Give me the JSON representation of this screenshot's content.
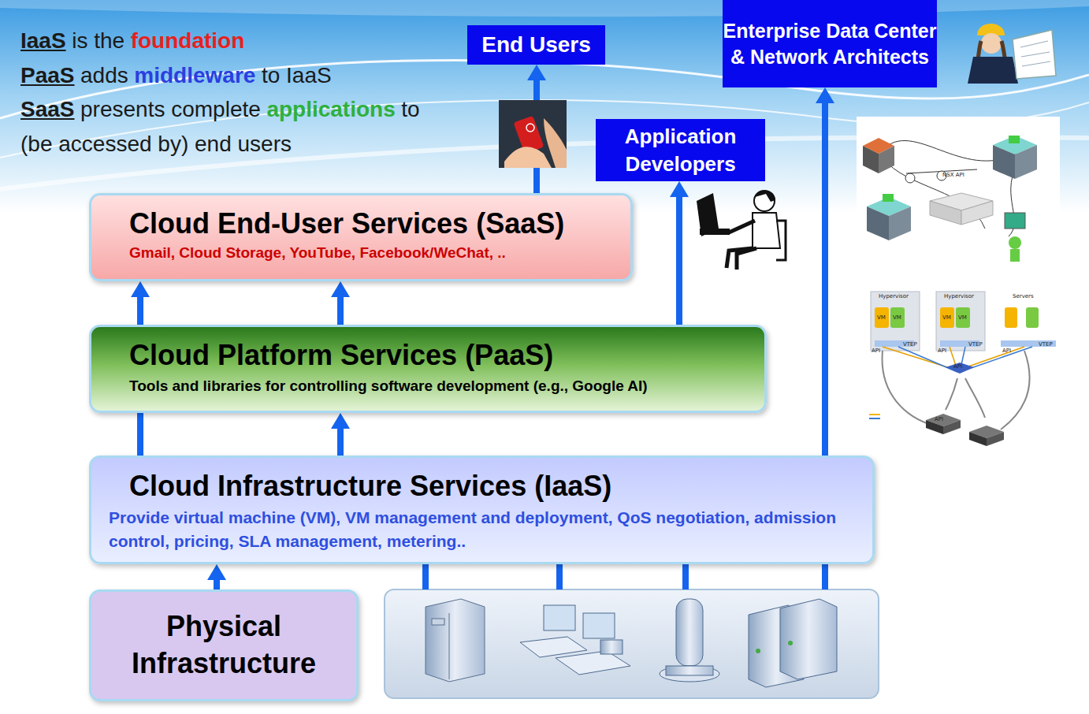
{
  "diagram": {
    "nodes": [
      {
        "text": [
          "End Users"
        ]
      },
      {
        "text": [
          "Enterprise Data Center & Network Architects"
        ]
      },
      {
        "text": [
          "Application Developers"
        ]
      },
      {
        "text": [
          "Cloud End-User Services (SaaS)",
          "Gmail, Cloud Storage, YouTube, Facebook/WeChat, .."
        ]
      },
      {
        "text": [
          "Cloud Platform Services (PaaS)",
          "Tools and libraries for controlling software development (e.g., Google AI)"
        ]
      },
      {
        "text": [
          "Cloud Infrastructure Services (IaaS)",
          "Provide virtual machine (VM), VM management and deployment, QoS negotiation, admission control, pricing, SLA management, metering.."
        ]
      },
      {
        "text": [
          "Physical Infrastructure"
        ]
      }
    ],
    "edges": [
      {
        "from": 6,
        "to": 5,
        "arrow": "to"
      },
      {
        "from": 5,
        "to": 4,
        "arrow": "none"
      },
      {
        "from": 5,
        "to": 4,
        "arrow": "to"
      },
      {
        "from": 4,
        "to": 3,
        "arrow": "to"
      },
      {
        "from": 4,
        "to": 3,
        "arrow": "to"
      },
      {
        "from": 4,
        "to": 2,
        "arrow": "to"
      },
      {
        "from": 5,
        "to": 1,
        "arrow": "to"
      },
      {
        "from": 3,
        "to": 0,
        "arrow": "to"
      }
    ],
    "labels": [
      "IaaS",
      "is the",
      "foundation",
      "PaaS",
      "adds",
      "middleware",
      "to IaaS",
      "SaaS",
      "presents complete",
      "applications",
      "to",
      "(be accessed by) end users",
      "NSX API",
      "Hypervisor",
      "Hypervisor",
      "Servers",
      "VM",
      "VM",
      "VM",
      "VM",
      "VTEP",
      "VTEP",
      "VTEP",
      "API",
      "API",
      "API",
      "API",
      "API"
    ]
  }
}
